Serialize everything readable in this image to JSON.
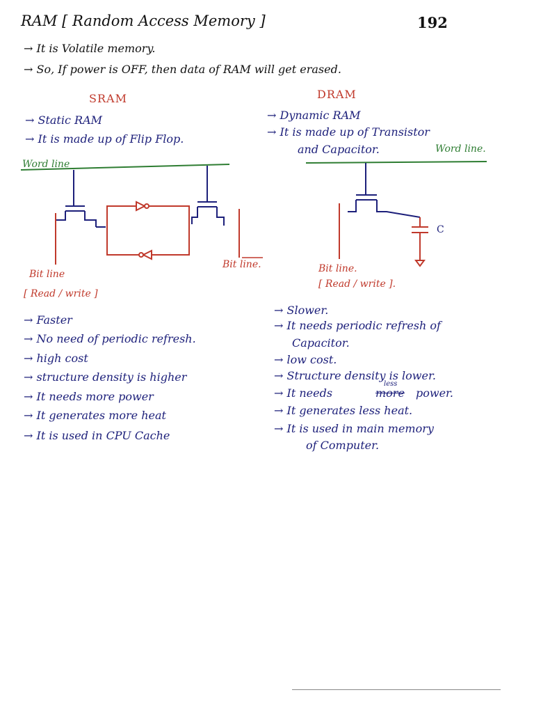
{
  "title": "RAM [ Random Access Memory ]",
  "page_number": "192",
  "intro": [
    "→ It is Volatile memory.",
    "→ So, If power is OFF, then data of RAM will get erased."
  ],
  "sram": {
    "heading": "SRAM",
    "points": [
      "→ Static RAM",
      "→ It is made up of Flip Flop."
    ],
    "word_line": "Word line",
    "bit_line_left": "Bit line",
    "bit_line_right": "Bit line.",
    "read_write": "[ Read / write ]",
    "features": [
      "→ Faster",
      "→ No need of periodic refresh.",
      "→ high cost",
      "→ structure density is higher",
      "→ It needs more power",
      "→ It generates more heat",
      "→ It is used in CPU Cache"
    ]
  },
  "dram": {
    "heading": "DRAM",
    "points": [
      "→ Dynamic RAM",
      "→ It is made up of Transistor",
      "and Capacitor."
    ],
    "word_line": "Word line.",
    "capacitor_label": "C",
    "bit_line": "Bit line.",
    "read_write": "[ Read / write ].",
    "features": [
      "→ Slower.",
      "→ It needs periodic refresh of",
      "Capacitor.",
      "→ low cost.",
      "→ Structure density is lower.",
      "→ It needs",
      "more",
      "less",
      "power.",
      "→ It generates less heat.",
      "→ It is used in main memory",
      "of Computer."
    ]
  },
  "colors": {
    "ink_blue": "#1c1f7a",
    "ink_red": "#c0392b",
    "ink_green": "#2e7d32"
  }
}
